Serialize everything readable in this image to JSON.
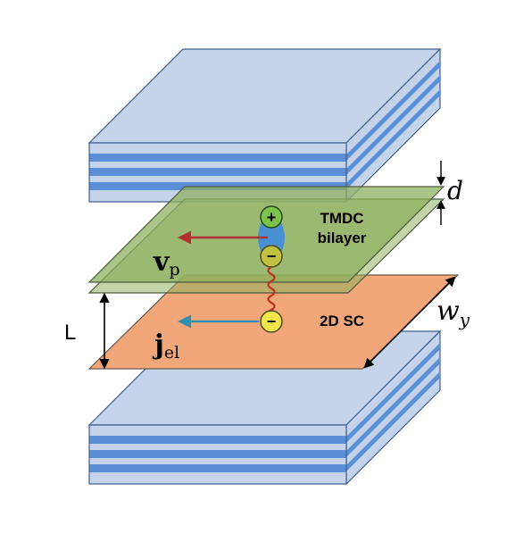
{
  "labels": {
    "d": "d",
    "tmdc_line1": "TMDC",
    "tmdc_line2": "bilayer",
    "v_main": "v",
    "v_sub": "p",
    "L": "L",
    "j_main": "j",
    "j_sub": "el",
    "sc": "2D SC",
    "w_main": "w",
    "w_sub": "y",
    "plus": "+",
    "minus": "−"
  },
  "colors": {
    "slab_top": "#c5d4ea",
    "slab_side": "#b4c8e4",
    "slab_stripe": "#5a8fd6",
    "slab_edge": "#3e5d8f",
    "tmdc_sheet": "#8fb060",
    "sc_sheet": "#f2a77a",
    "hole": "#7dc24a",
    "electron": "#f3e64a",
    "red_arrow": "#b03030",
    "blue_arrow": "#2e8fb0",
    "wiggle": "#c03020"
  },
  "icons": {
    "hole_charge": "plus-sign-icon",
    "electron_charge": "minus-sign-icon",
    "exciton_binding": "wavy-line-icon"
  }
}
